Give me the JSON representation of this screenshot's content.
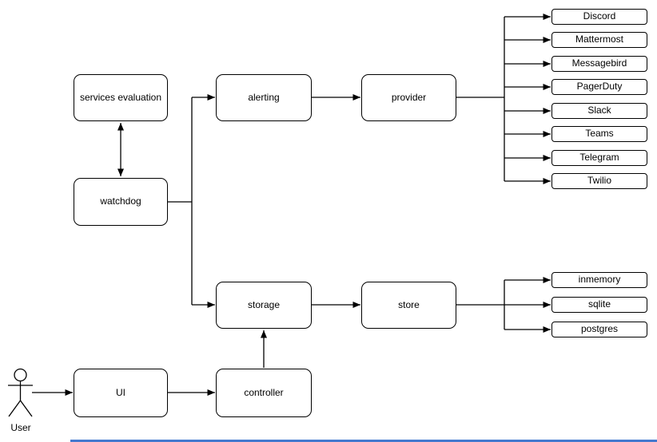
{
  "diagram": {
    "nodes": {
      "services_evaluation": {
        "label": "services evaluation"
      },
      "watchdog": {
        "label": "watchdog"
      },
      "alerting": {
        "label": "alerting"
      },
      "provider": {
        "label": "provider"
      },
      "storage": {
        "label": "storage"
      },
      "store": {
        "label": "store"
      },
      "ui": {
        "label": "UI"
      },
      "controller": {
        "label": "controller"
      }
    },
    "providers": [
      "Discord",
      "Mattermost",
      "Messagebird",
      "PagerDuty",
      "Slack",
      "Teams",
      "Telegram",
      "Twilio"
    ],
    "stores": [
      "inmemory",
      "sqlite",
      "postgres"
    ],
    "actor": {
      "label": "User"
    },
    "colors": {
      "stroke": "#000000",
      "background": "#ffffff",
      "bottom_edge": "#4379cf"
    }
  }
}
